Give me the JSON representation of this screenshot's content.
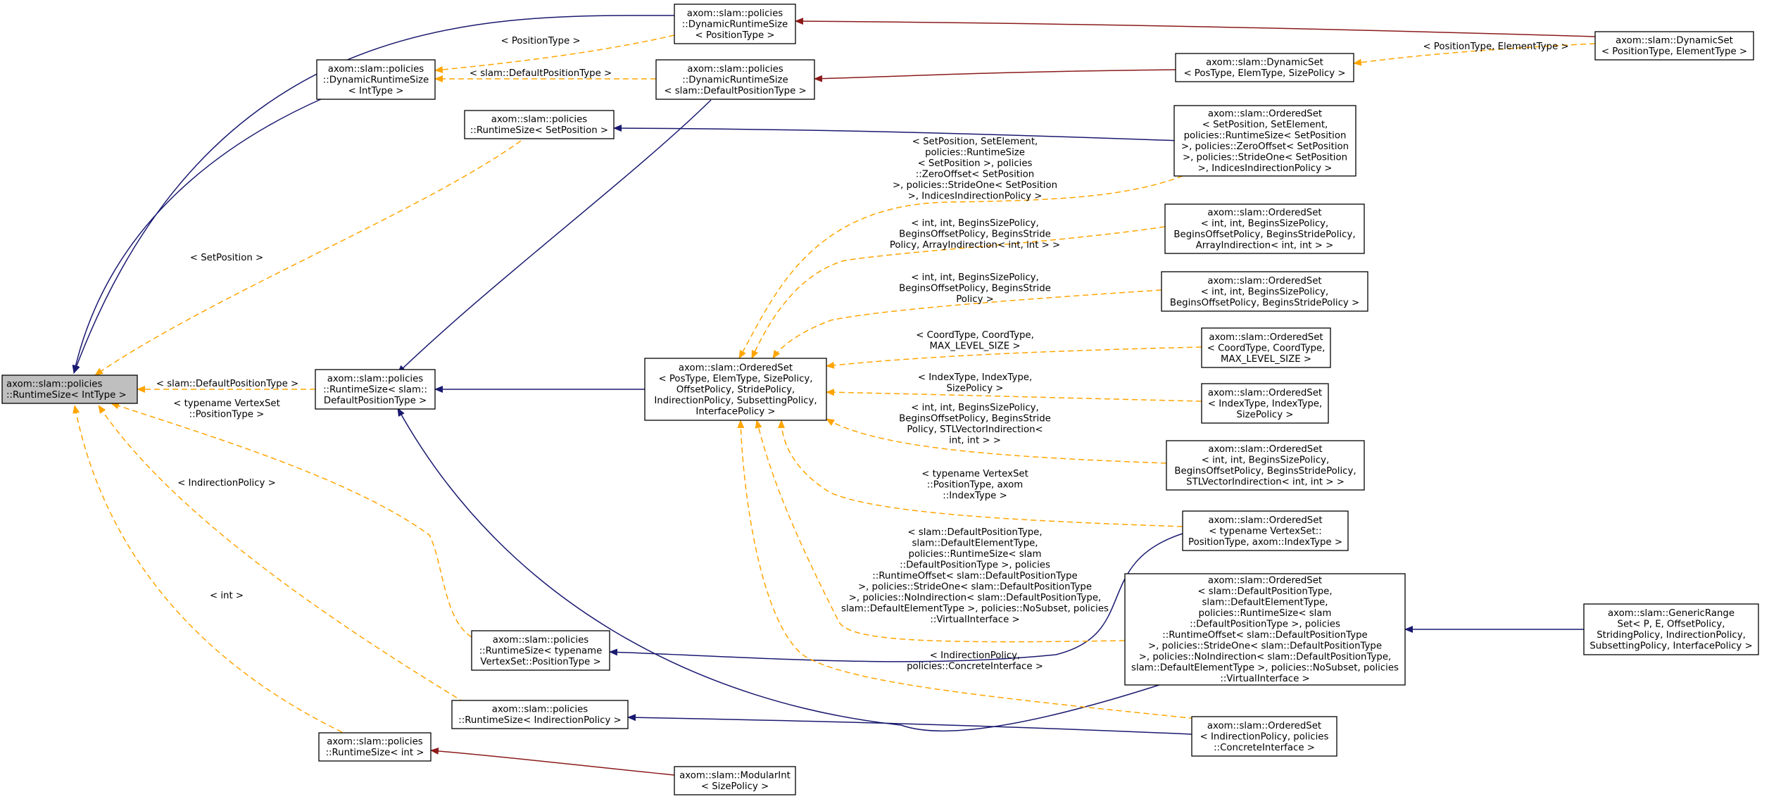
{
  "colors": {
    "navy": "#191970",
    "darkred": "#8b1a1a",
    "orange": "#ffa500"
  },
  "nodes": {
    "root": [
      "axom::slam::policies",
      "::RuntimeSize< IntType >"
    ],
    "drs_pos": [
      "axom::slam::policies",
      "::DynamicRuntimeSize",
      "< PositionType >"
    ],
    "drs_int": [
      "axom::slam::policies",
      "::DynamicRuntimeSize",
      "< IntType >"
    ],
    "drs_def": [
      "axom::slam::policies",
      "::DynamicRuntimeSize",
      "< slam::DefaultPositionType >"
    ],
    "rs_setpos": [
      "axom::slam::policies",
      "::RuntimeSize< SetPosition >"
    ],
    "rs_def": [
      "axom::slam::policies",
      "::RuntimeSize< slam::",
      "DefaultPositionType >"
    ],
    "rs_vtx": [
      "axom::slam::policies",
      "::RuntimeSize< typename",
      "VertexSet::PositionType >"
    ],
    "rs_ind": [
      "axom::slam::policies",
      "::RuntimeSize< IndirectionPolicy >"
    ],
    "rs_int": [
      "axom::slam::policies",
      "::RuntimeSize< int >"
    ],
    "modint": [
      "axom::slam::ModularInt",
      "< SizePolicy >"
    ],
    "dynset_pos": [
      "axom::slam::DynamicSet",
      "< PositionType, ElementType >"
    ],
    "dynset_pes": [
      "axom::slam::DynamicSet",
      "< PosType, ElemType, SizePolicy >"
    ],
    "ordset_main": [
      "axom::slam::OrderedSet",
      "< PosType, ElemType, SizePolicy,",
      "OffsetPolicy, StridePolicy,",
      "IndirectionPolicy, SubsettingPolicy,",
      "InterfacePolicy >"
    ],
    "os1": [
      "axom::slam::OrderedSet",
      "< SetPosition, SetElement,",
      "policies::RuntimeSize< SetPosition",
      ">, policies::ZeroOffset< SetPosition",
      ">, policies::StrideOne< SetPosition",
      ">, IndicesIndirectionPolicy >"
    ],
    "os2": [
      "axom::slam::OrderedSet",
      "< int, int, BeginsSizePolicy,",
      "BeginsOffsetPolicy, BeginsStridePolicy,",
      "ArrayIndirection< int, int > >"
    ],
    "os3": [
      "axom::slam::OrderedSet",
      "< int, int, BeginsSizePolicy,",
      "BeginsOffsetPolicy, BeginsStridePolicy >"
    ],
    "os4": [
      "axom::slam::OrderedSet",
      "< CoordType, CoordType,",
      "MAX_LEVEL_SIZE >"
    ],
    "os5": [
      "axom::slam::OrderedSet",
      "< IndexType, IndexType,",
      "SizePolicy >"
    ],
    "os6": [
      "axom::slam::OrderedSet",
      "< int, int, BeginsSizePolicy,",
      "BeginsOffsetPolicy, BeginsStridePolicy,",
      "STLVectorIndirection< int, int > >"
    ],
    "os7": [
      "axom::slam::OrderedSet",
      "< typename VertexSet::",
      "PositionType, axom::IndexType >"
    ],
    "os8": [
      "axom::slam::OrderedSet",
      "< slam::DefaultPositionType,",
      "slam::DefaultElementType,",
      "policies::RuntimeSize< slam",
      "::DefaultPositionType >, policies",
      "::RuntimeOffset< slam::DefaultPositionType",
      ">, policies::StrideOne< slam::DefaultPositionType",
      ">, policies::NoIndirection< slam::DefaultPositionType,",
      "slam::DefaultElementType >, policies::NoSubset, policies",
      "::VirtualInterface >"
    ],
    "os9": [
      "axom::slam::OrderedSet",
      "< IndirectionPolicy, policies",
      "::ConcreteInterface >"
    ],
    "generic": [
      "axom::slam::GenericRange",
      "Set< P, E, OffsetPolicy,",
      "StridingPolicy, IndirectionPolicy,",
      "SubsettingPolicy, InterfacePolicy >"
    ]
  },
  "edge_labels": {
    "l_pos": [
      "< PositionType >"
    ],
    "l_posel": [
      "< PositionType, ElementType >"
    ],
    "l_defpos_drs": [
      "< slam::DefaultPositionType >"
    ],
    "l_setpos": [
      "< SetPosition >"
    ],
    "l_defpos_root": [
      "< slam::DefaultPositionType >"
    ],
    "l_vtx": [
      "< typename VertexSet",
      "::PositionType >"
    ],
    "l_ind": [
      "< IndirectionPolicy >"
    ],
    "l_int": [
      "< int >"
    ],
    "l_os1": [
      "< SetPosition, SetElement,",
      "policies::RuntimeSize",
      "< SetPosition >, policies",
      "::ZeroOffset< SetPosition",
      ">, policies::StrideOne< SetPosition",
      ">, IndicesIndirectionPolicy >"
    ],
    "l_os2": [
      "< int, int, BeginsSizePolicy,",
      "BeginsOffsetPolicy, BeginsStride",
      "Policy, ArrayIndirection< int, int > >"
    ],
    "l_os3": [
      "< int, int, BeginsSizePolicy,",
      "BeginsOffsetPolicy, BeginsStride",
      "Policy >"
    ],
    "l_os4": [
      "< CoordType, CoordType,",
      "MAX_LEVEL_SIZE >"
    ],
    "l_os5": [
      "< IndexType, IndexType,",
      "SizePolicy >"
    ],
    "l_os6": [
      "< int, int, BeginsSizePolicy,",
      "BeginsOffsetPolicy, BeginsStride",
      "Policy, STLVectorIndirection<",
      "int, int > >"
    ],
    "l_os7": [
      "< typename VertexSet",
      "::PositionType, axom",
      "::IndexType >"
    ],
    "l_os8": [
      "< slam::DefaultPositionType,",
      "slam::DefaultElementType,",
      "policies::RuntimeSize< slam",
      "::DefaultPositionType >, policies",
      "::RuntimeOffset< slam::DefaultPositionType",
      ">, policies::StrideOne< slam::DefaultPositionType",
      ">, policies::NoIndirection< slam::DefaultPositionType,",
      "slam::DefaultElementType >, policies::NoSubset, policies",
      "::VirtualInterface >"
    ],
    "l_os9": [
      "< IndirectionPolicy,",
      "policies::ConcreteInterface >"
    ]
  }
}
